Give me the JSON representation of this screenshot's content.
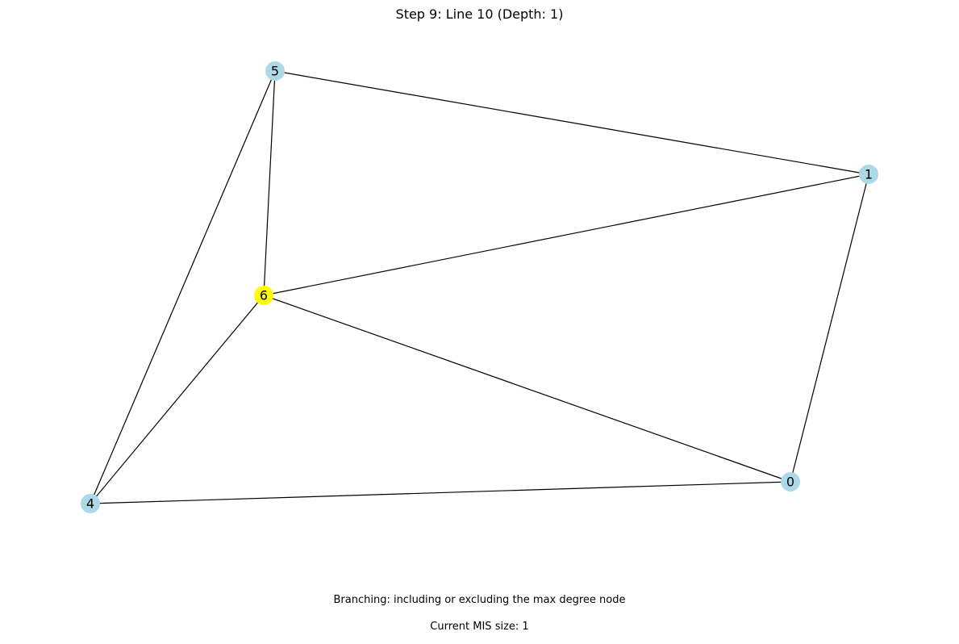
{
  "title": "Step 9: Line 10 (Depth: 1)",
  "graph": {
    "nodes": [
      {
        "id": "0",
        "label": "0",
        "color": "#add8e6"
      },
      {
        "id": "1",
        "label": "1",
        "color": "#add8e6"
      },
      {
        "id": "4",
        "label": "4",
        "color": "#add8e6"
      },
      {
        "id": "5",
        "label": "5",
        "color": "#add8e6"
      },
      {
        "id": "6",
        "label": "6",
        "color": "#ffff00"
      }
    ],
    "edges": [
      [
        "5",
        "1"
      ],
      [
        "5",
        "6"
      ],
      [
        "5",
        "4"
      ],
      [
        "1",
        "6"
      ],
      [
        "1",
        "0"
      ],
      [
        "6",
        "0"
      ],
      [
        "6",
        "4"
      ],
      [
        "4",
        "0"
      ]
    ],
    "edge_color": "#000000"
  },
  "captions": {
    "branching": "Branching: including or excluding the max degree node",
    "mis": "Current MIS size: 1"
  }
}
